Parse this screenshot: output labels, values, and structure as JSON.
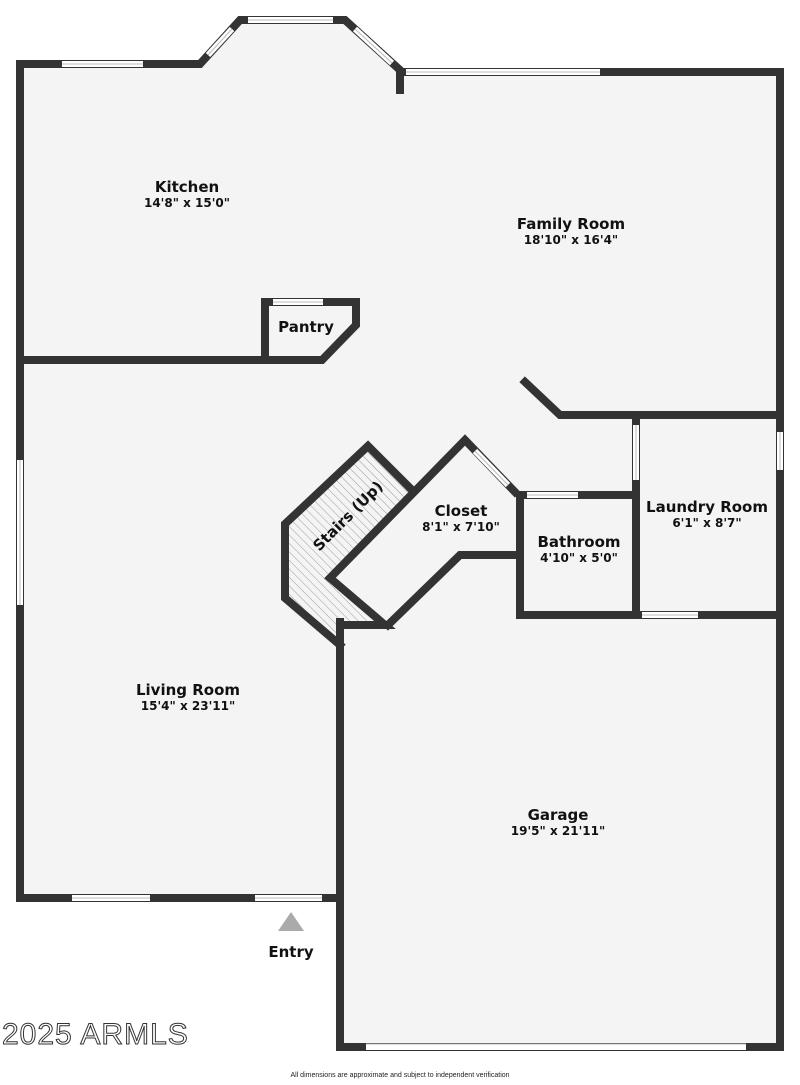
{
  "rooms": [
    {
      "name": "Kitchen",
      "dims": "14'8\" x 15'0\""
    },
    {
      "name": "Family Room",
      "dims": "18'10\" x 16'4\""
    },
    {
      "name": "Pantry"
    },
    {
      "name": "Stairs (Up)"
    },
    {
      "name": "Closet",
      "dims": "8'1\" x 7'10\""
    },
    {
      "name": "Bathroom",
      "dims": "4'10\" x 5'0\""
    },
    {
      "name": "Laundry Room",
      "dims": "6'1\" x 8'7\""
    },
    {
      "name": "Living Room",
      "dims": "15'4\" x 23'11\""
    },
    {
      "name": "Garage",
      "dims": "19'5\" x 21'11\""
    }
  ],
  "entry_label": "Entry",
  "watermark": "2025 ARMLS",
  "disclaimer": "All dimensions are approximate and subject to independent verification",
  "colors": {
    "floor": "#f4f4f4",
    "wall": "#333333",
    "entry_marker": "#aaaaaa"
  }
}
